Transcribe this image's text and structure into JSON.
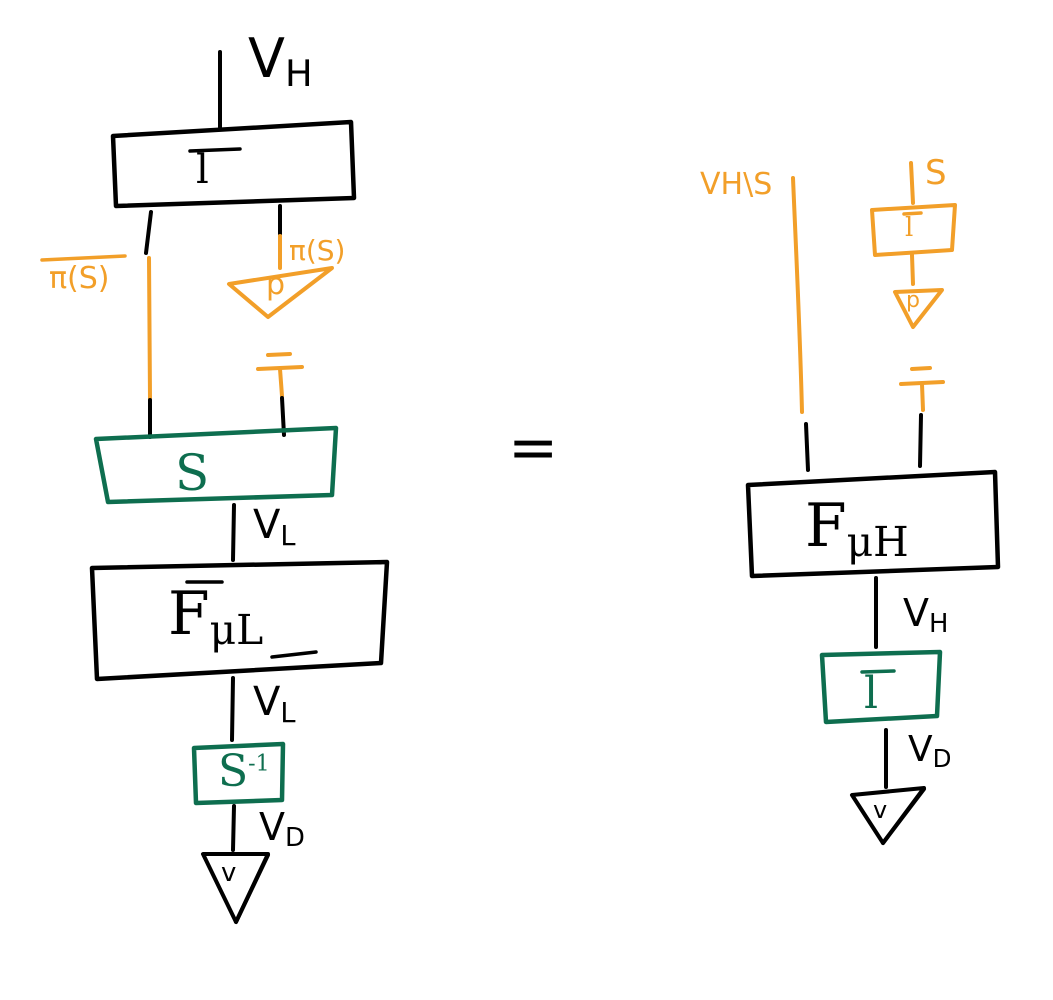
{
  "colors": {
    "ink": "#000000",
    "highlight_orange": "#f29f29",
    "highlight_green": "#0e6e4f",
    "background": "#ffffff"
  },
  "left_diagram": {
    "top_wire_label": {
      "main": "V",
      "sub": "H"
    },
    "top_box_label": "l",
    "left_branch_label": "π(S)",
    "right_branch_label": "π(S)",
    "effect_label": "p",
    "ground_symbol": "⏚",
    "s_box_label": "S",
    "wire_label_1": {
      "main": "V",
      "sub": "L"
    },
    "f_box_label": {
      "main": "F",
      "sub": "μL"
    },
    "wire_label_2": {
      "main": "V",
      "sub": "L"
    },
    "s_inv_box_label": {
      "main": "S",
      "sup": "-1"
    },
    "wire_label_3": {
      "main": "V",
      "sub": "D"
    },
    "output_effect_label": "v"
  },
  "equals_sign": "=",
  "right_diagram": {
    "left_wire_label": "VH\\S",
    "right_wire_label": "S",
    "small_box_label": "l",
    "effect_label": "p",
    "ground_symbol": "⏚",
    "f_box_label": {
      "main": "F",
      "sub": "μH"
    },
    "wire_label_1": {
      "main": "V",
      "sub": "H"
    },
    "green_box_label": "l",
    "wire_label_2": {
      "main": "V",
      "sub": "D"
    },
    "output_effect_label": "v"
  }
}
